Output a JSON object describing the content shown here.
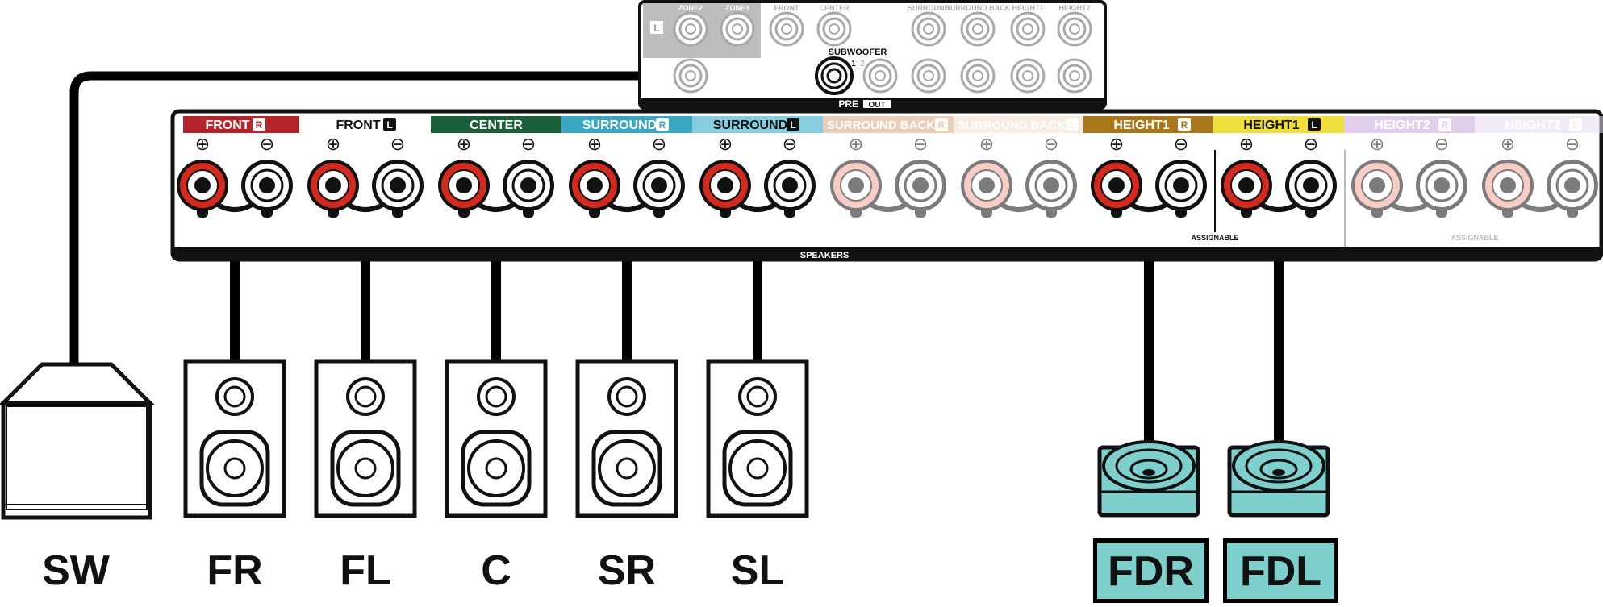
{
  "receiver": {
    "speakers_caption": "SPEAKERS",
    "assignable_caption_1": "ASSIGNABLE",
    "assignable_caption_2": "ASSIGNABLE",
    "preout": {
      "pre": "PRE",
      "out": "OUT"
    },
    "subwoofer": {
      "label": "SUBWOOFER",
      "jack1": "1",
      "jack2": "2"
    },
    "top_labels": [
      "ZONE2",
      "ZONE3",
      "FRONT",
      "CENTER",
      "SURROUND",
      "SURROUND BACK",
      "HEIGHT1",
      "HEIGHT2"
    ],
    "top_l_badge": "L",
    "terminal_groups": [
      {
        "text": "FRONT",
        "badge": "R",
        "color": "#b5252c",
        "text_color": "#ffffff",
        "active": true
      },
      {
        "text": "FRONT",
        "badge": "L",
        "color": "#ffffff",
        "text_color": "#111111",
        "active": true
      },
      {
        "text": "CENTER",
        "badge": "",
        "color": "#1b5e3a",
        "text_color": "#ffffff",
        "active": true
      },
      {
        "text": "SURROUND",
        "badge": "R",
        "color": "#3aa6c2",
        "text_color": "#ffffff",
        "active": true
      },
      {
        "text": "SURROUND",
        "badge": "L",
        "color": "#86cde0",
        "text_color": "#111111",
        "active": true
      },
      {
        "text": "SURROUND BACK",
        "badge": "R",
        "color": "#d9a77f",
        "text_color": "#ffffff",
        "active": false
      },
      {
        "text": "SURROUND BACK",
        "badge": "L",
        "color": "#f3dcc6",
        "text_color": "#ffffff",
        "active": false
      },
      {
        "text": "HEIGHT1",
        "badge": "R",
        "color": "#a9781d",
        "text_color": "#ffffff",
        "active": true
      },
      {
        "text": "HEIGHT1",
        "badge": "L",
        "color": "#f0de3c",
        "text_color": "#111111",
        "active": true
      },
      {
        "text": "HEIGHT2",
        "badge": "R",
        "color": "#c9a7d9",
        "text_color": "#ffffff",
        "active": false
      },
      {
        "text": "HEIGHT2",
        "badge": "L",
        "color": "#ead9f1",
        "text_color": "#ffffff",
        "active": false
      }
    ],
    "plus_symbol": "⊕",
    "minus_symbol": "⊖"
  },
  "speaker_labels": [
    "SW",
    "FR",
    "FL",
    "C",
    "SR",
    "SL"
  ],
  "height_labels": [
    "FDR",
    "FDL"
  ],
  "colors": {
    "positive_terminal": "#d32a1f",
    "positive_faded": "#f3a597",
    "negative_ring": "#ffffff",
    "height_speaker": "#7fd0cc",
    "cable": "#000000"
  }
}
